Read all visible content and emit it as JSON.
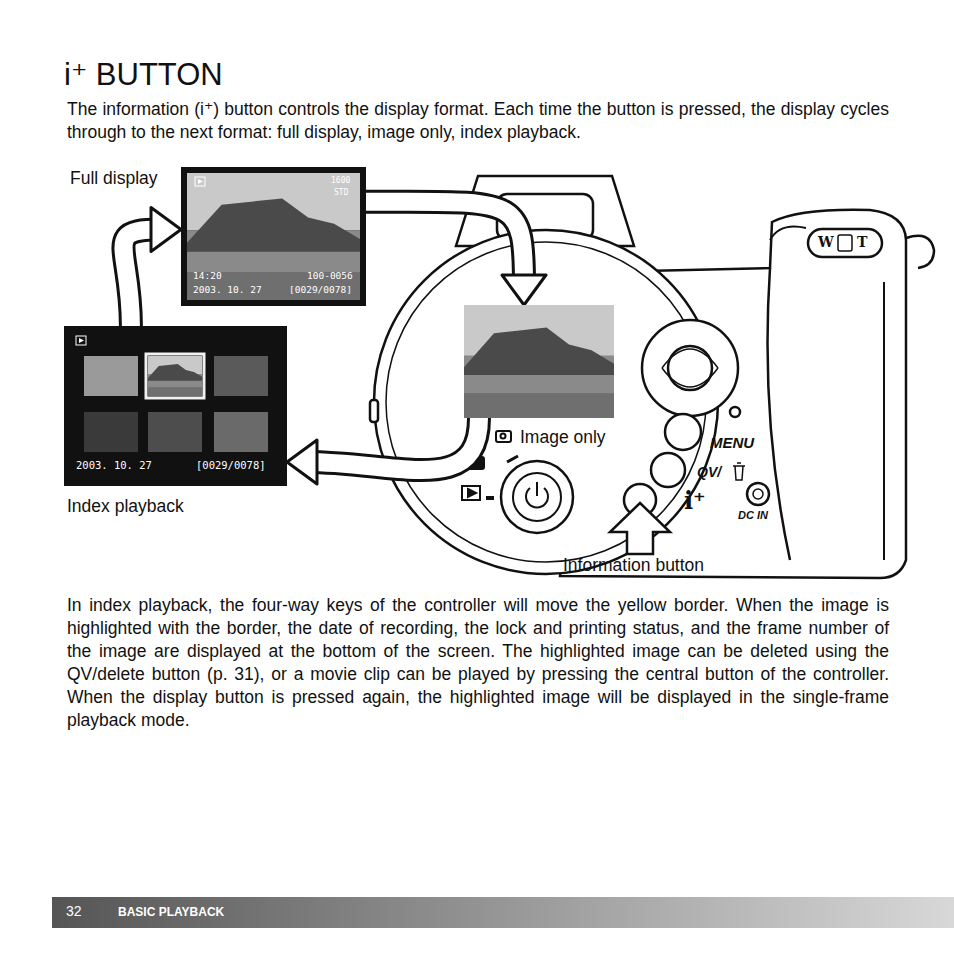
{
  "diagram": {
    "title": "i⁺ BUTTON",
    "nodes": [
      {
        "text": [
          "Full display",
          "1600",
          "STD",
          "14:20",
          "100-0056",
          "2003. 10. 27",
          "[0029/0078]"
        ]
      },
      {
        "text": [
          "Image only"
        ]
      },
      {
        "text": [
          "Index playback",
          "2003. 10. 27",
          "[0029/0078]"
        ]
      }
    ],
    "edges": [
      {
        "from": 0,
        "to": 1,
        "arrow": "to"
      },
      {
        "from": 1,
        "to": 2,
        "arrow": "to"
      },
      {
        "from": 2,
        "to": 0,
        "arrow": "to"
      }
    ],
    "labels": [
      "The information (i⁺) button controls the display format. Each time the button is pressed, the display cycles through to the next format: full display, image only, index playback.",
      "In index playback, the four-way keys of the controller will move the yellow border. When the image is highlighted with the border, the date of recording, the lock and printing status, and the frame number of the image are displayed at the bottom of the screen. The highlighted image can be deleted using the QV/delete button (p. 31), or a movie clip can be played by pressing the central button of the controller. When the display button is pressed again, the highlighted image will be displayed in the single-frame playback mode.",
      "W",
      "T",
      "MENU",
      "QV/",
      "i⁺",
      "DC IN",
      "Information button",
      "32",
      "BASIC PLAYBACK"
    ]
  }
}
